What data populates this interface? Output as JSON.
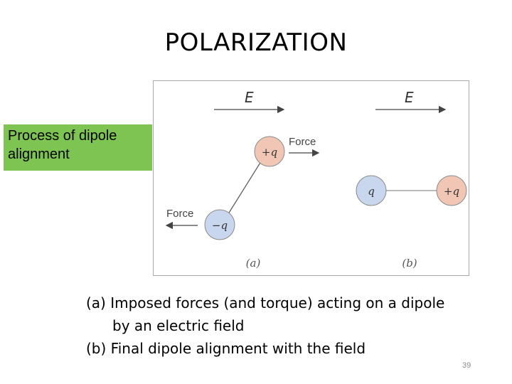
{
  "slide": {
    "title": "POLARIZATION",
    "page_number": "39"
  },
  "note": {
    "text": "Process of dipole alignment"
  },
  "figure": {
    "field_label_a": "E",
    "field_label_b": "E",
    "force_label_top": "Force",
    "force_label_bottom": "Force",
    "charge_a_positive": "+q",
    "charge_a_negative": "−q",
    "charge_b_negative": "q",
    "charge_b_positive": "+q",
    "panel_a_label": "(a)",
    "panel_b_label": "(b)",
    "colors": {
      "positive_charge": "#f2c6b4",
      "negative_charge": "#c8d7ee",
      "charge_outline": "#8a8a8a"
    }
  },
  "caption": {
    "line1": "(a) Imposed forces (and torque) acting on a dipole",
    "line2": "by an electric field",
    "line3": "(b) Final dipole alignment with the field"
  }
}
